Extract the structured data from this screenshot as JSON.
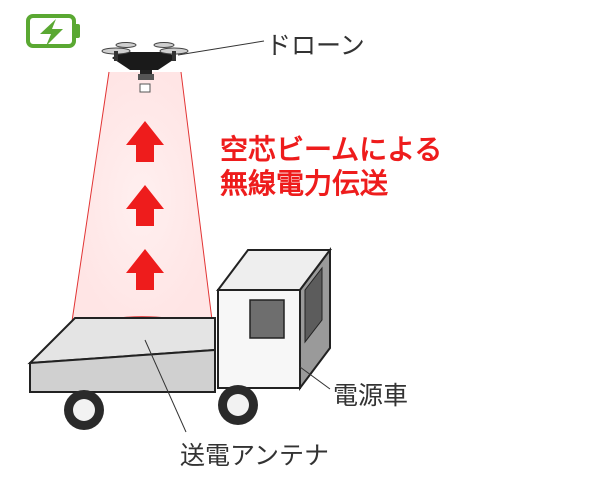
{
  "labels": {
    "drone": "ドローン",
    "beam_line1": "空芯ビームによる",
    "beam_line2": "無線電力伝送",
    "power_source": "電源車",
    "antenna": "送電アンテナ"
  },
  "icons": [
    "battery-charging-icon",
    "drone-icon",
    "up-arrow-icon",
    "truck-icon"
  ],
  "colors": {
    "accent_red": "#ee1c1c",
    "beam_red": "#ff3b30",
    "battery_green": "#5aa832",
    "label_gray": "#333333"
  }
}
